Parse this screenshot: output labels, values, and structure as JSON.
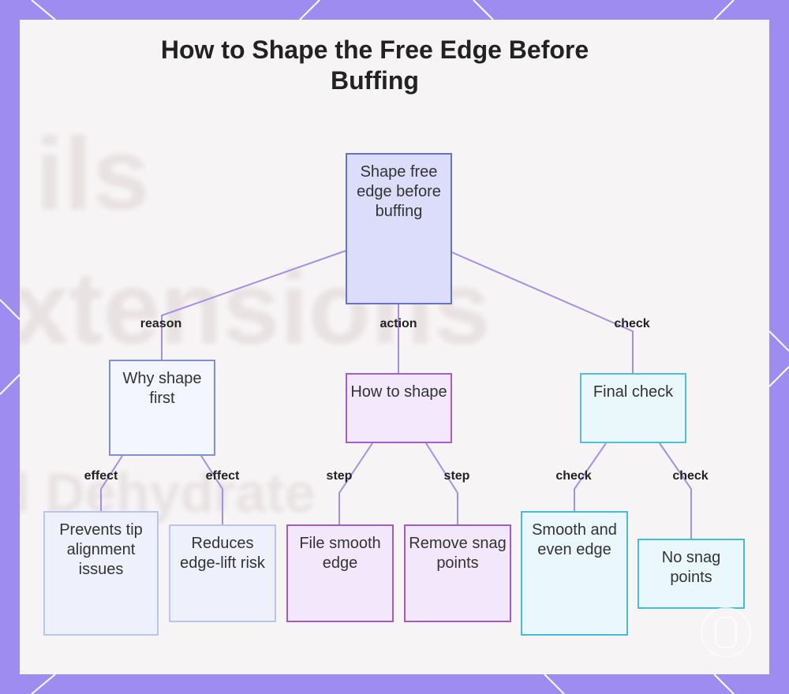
{
  "title": "How to Shape the Free Edge Before Buffing",
  "background_text": [
    "ils",
    "xtensions",
    "d Dehydrate"
  ],
  "colors": {
    "frame": "#9f8cf0",
    "link": "#a58fe6",
    "root": {
      "fill": "#dcdcfb",
      "stroke": "#6672c8"
    },
    "reason": {
      "fill": "#f3f5ff",
      "stroke": "#7c8fd8"
    },
    "action": {
      "fill": "#f3e8fc",
      "stroke": "#a15fd6"
    },
    "check": {
      "fill": "#eaf8fc",
      "stroke": "#4bc1dd"
    },
    "reason_leaf": {
      "fill": "#eef1fc",
      "stroke": "#b9c5ef"
    },
    "action_leaf": {
      "fill": "#f3e8fb",
      "stroke": "#9c5cd0"
    },
    "check_leaf": {
      "fill": "#eaf8fd",
      "stroke": "#45bcd9"
    }
  },
  "nodes": {
    "root": "Shape free edge before buffing",
    "why": "Why shape first",
    "how": "How to shape",
    "final": "Final check",
    "prevents": "Prevents tip alignment issues",
    "reduces": "Reduces edge-lift risk",
    "file": "File smooth edge",
    "remove": "Remove snag points",
    "smooth": "Smooth and even edge",
    "nosnag": "No snag points"
  },
  "edge_labels": {
    "reason": "reason",
    "action": "action",
    "check": "check",
    "effect_1": "effect",
    "effect_2": "effect",
    "step_1": "step",
    "step_2": "step",
    "check_1": "check",
    "check_2": "check"
  }
}
